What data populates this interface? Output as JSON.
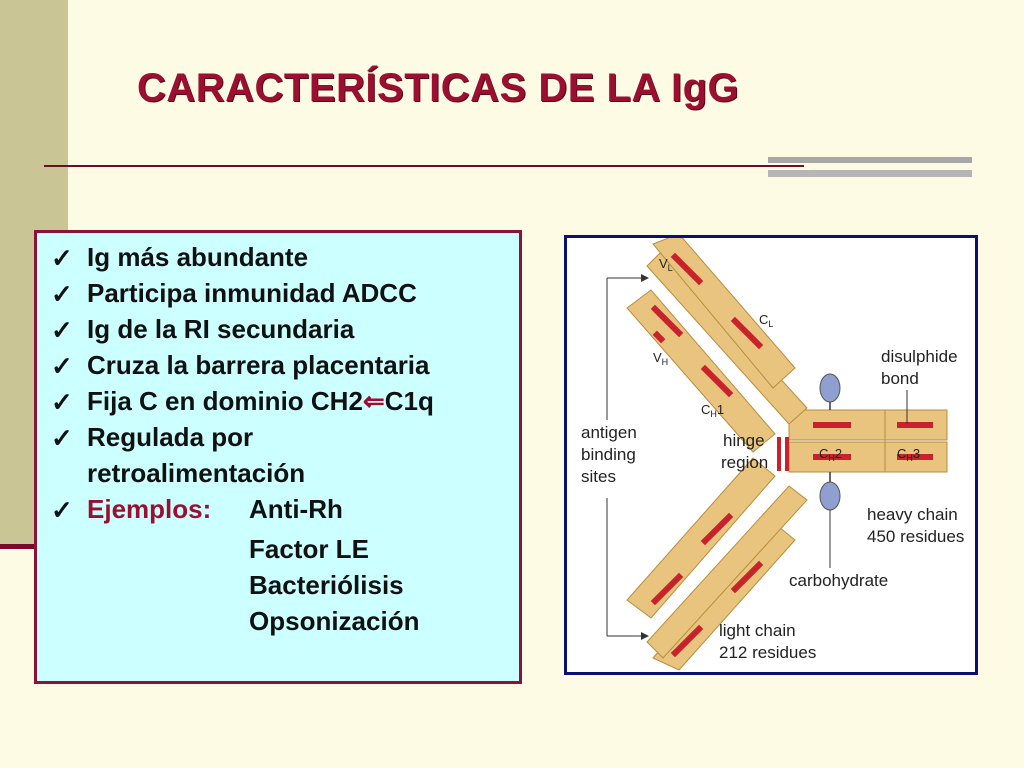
{
  "slide": {
    "title": "CARACTERÍSTICAS DE LA IgG",
    "bullets": [
      "Ig más abundante",
      "Participa inmunidad ADCC",
      "Ig de la RI secundaria",
      "Cruza la barrera placentaria"
    ],
    "bullet5_pre": "Fija C en dominio CH2",
    "bullet5_arrow": "⇐",
    "bullet5_post": "C1q",
    "bullet6_line1": "Regulada por",
    "bullet6_line2": "retroalimentación",
    "examples_label": "Ejemplos:",
    "examples": [
      "Anti-Rh",
      "Factor LE",
      "Bacteriólisis",
      "Opsonización"
    ],
    "check_symbol": "✓"
  },
  "diagram": {
    "labels": {
      "vl_letter": "V",
      "vl_sub": "L",
      "cl_letter": "C",
      "cl_sub": "L",
      "vh_letter": "V",
      "vh_sub": "H",
      "ch1_letter": "C",
      "ch1_sub": "H",
      "ch1_num": "1",
      "ch2_letter": "C",
      "ch2_sub": "H",
      "ch2_num": "2",
      "ch3_letter": "C",
      "ch3_sub": "H",
      "ch3_num": "3",
      "antigen_line1": "antigen",
      "antigen_line2": "binding",
      "antigen_line3": "sites",
      "hinge_line1": "hinge",
      "hinge_line2": "region",
      "disulphide_line1": "disulphide",
      "disulphide_line2": "bond",
      "heavy_line1": "heavy chain",
      "heavy_line2": "450 residues",
      "carbohydrate": "carbohydrate",
      "light_line1": "light chain",
      "light_line2": "212 residues"
    },
    "colors": {
      "chain": "#e9c47e",
      "bond": "#c8232c",
      "carb": "#8f9fd0",
      "border": "#0b1170"
    }
  }
}
